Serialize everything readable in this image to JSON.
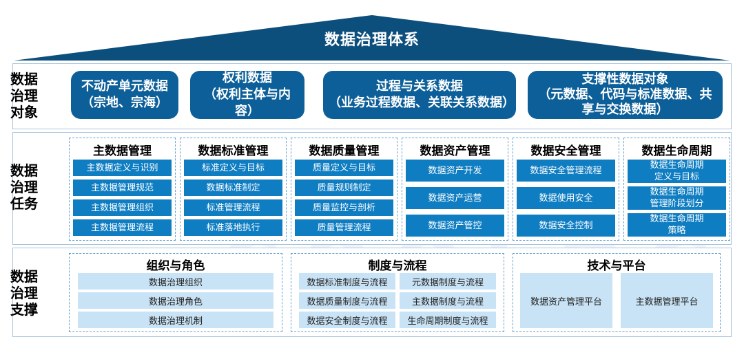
{
  "system_title": "数据治理体系",
  "colors": {
    "dark_blue": "#0d5f99",
    "mid_blue": "#0f7dc2",
    "light_blue": "#c9e3f6",
    "border": "#a9c5dc"
  },
  "objects": {
    "label": [
      "数据",
      "治理",
      "对象"
    ],
    "items": [
      {
        "line1": "不动产单元数据",
        "line2": "（宗地、宗海）"
      },
      {
        "line1": "权利数据",
        "line2": "（权利主体与内容）"
      },
      {
        "line1": "过程与关系数据",
        "line2": "（业务过程数据、关联关系数据）"
      },
      {
        "line1": "支撑性数据对象",
        "line2": "（元数据、代码与标准数据、共",
        "line3": "享与交换数据）"
      }
    ]
  },
  "tasks": {
    "label": [
      "数据",
      "治理",
      "任务"
    ],
    "columns": [
      {
        "title": "主数据管理",
        "items": [
          "主数据定义与识别",
          "主数据管理规范",
          "主数据管理组织",
          "主数据管理流程"
        ]
      },
      {
        "title": "数据标准管理",
        "items": [
          "标准定义与目标",
          "数据标准制定",
          "标准管理流程",
          "标准落地执行"
        ]
      },
      {
        "title": "数据质量管理",
        "items": [
          "质量定义与目标",
          "质量规则制定",
          "质量监控与剖析",
          "质量管理流程"
        ]
      },
      {
        "title": "数据资产管理",
        "items": [
          "数据资产开发",
          "数据资产运营",
          "数据资产管控"
        ]
      },
      {
        "title": "数据安全管理",
        "items": [
          "数据安全管理流程",
          "数据使用安全",
          "数据安全控制"
        ]
      },
      {
        "title": "数据生命周期",
        "items": [
          {
            "a": "数据生命周期",
            "b": "定义与目标"
          },
          {
            "a": "数据生命周期",
            "b": "管理阶段划分"
          },
          {
            "a": "数据生命周期",
            "b": "策略"
          }
        ]
      }
    ]
  },
  "support": {
    "label": [
      "数据",
      "治理",
      "支撑"
    ],
    "org": {
      "title": "组织与角色",
      "items": [
        "数据治理组织",
        "数据治理角色",
        "数据治理机制"
      ]
    },
    "process": {
      "title": "制度与流程",
      "items": [
        "数据标准制度与流程",
        "元数据制度与流程",
        "数据质量制度与流程",
        "主数据制度与流程",
        "数据安全制度与流程",
        "生命周期制度与流程"
      ]
    },
    "tech": {
      "title": "技术与平台",
      "items": [
        "数据资产管理平台",
        "主数据管理平台"
      ]
    }
  }
}
